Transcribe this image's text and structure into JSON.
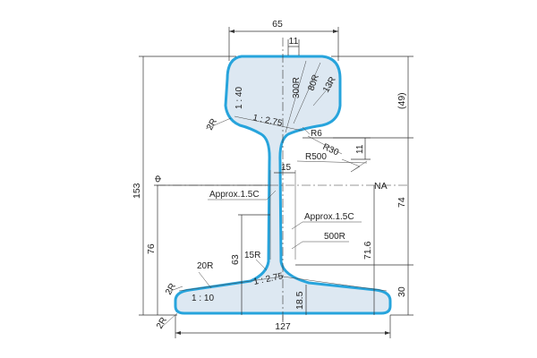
{
  "dimensions": {
    "head_width": "65",
    "web_thickness": "11",
    "head_radius_large": "300R",
    "head_radius_mid": "80R",
    "head_radius_small": "13R",
    "head_side_slope": "1 : 40",
    "head_corner_radius": "2R",
    "head_underside_slope": "1 : 2.75",
    "head_fillet_radius": "R6",
    "head_web_radius": "R30",
    "web_radius": "R500",
    "head_gap": "11",
    "head_height": "(49)",
    "web_offset": "15",
    "neutral_axis_symbol": "Φ",
    "neutral_axis": "NA",
    "approx_upper": "Approx.1.5C",
    "approx_lower": "Approx.1.5C",
    "web_radius_lower": "500R",
    "total_height": "153",
    "web_height": "74",
    "base_to_na": "76",
    "base_fillet_20r": "20R",
    "height_63": "63",
    "base_fillet_15r": "15R",
    "height_71_6": "71.6",
    "base_top_slope": "1 : 2.75",
    "base_corner_upper": "2R",
    "base_slope": "1 : 10",
    "base_corner_lower": "2R",
    "base_thickness": "18.5",
    "base_height": "30",
    "base_width": "127"
  },
  "colors": {
    "section_outline": "#27a4dc",
    "section_fill": "#dde8f2",
    "line": "#333333"
  }
}
